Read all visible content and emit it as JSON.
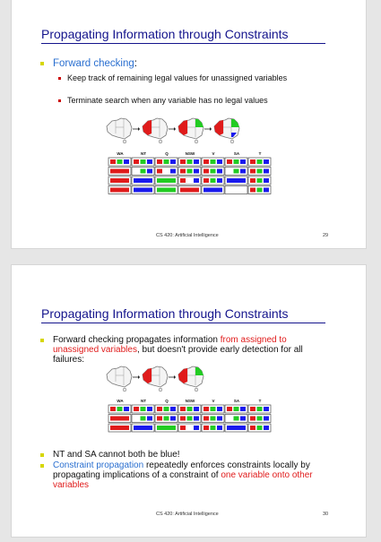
{
  "slides": [
    {
      "title": "Propagating Information through Constraints",
      "bullet1_term": "Forward checking",
      "bullet1_colon": ":",
      "sub_bullets": [
        "Keep track of remaining legal values for unassigned variables",
        "Terminate search when any variable has no legal values"
      ],
      "var_labels": [
        "WA",
        "NT",
        "Q",
        "NSW",
        "V",
        "SA",
        "T"
      ],
      "footer_course": "CS 420: Artificial Intelligence",
      "page_number": "29"
    },
    {
      "title": "Propagating Information through Constraints",
      "bullet_a_1": "Forward checking propagates information ",
      "bullet_a_red": "from assigned to unassigned variables",
      "bullet_a_2": ", but doesn't provide early detection for all failures:",
      "var_labels": [
        "WA",
        "NT",
        "Q",
        "NSW",
        "V",
        "SA",
        "T"
      ],
      "bullet_b": "NT and SA cannot both be blue!",
      "bullet_c_blue": "Constraint propagation",
      "bullet_c_1": " repeatedly enforces constraints locally by propagating implications of a constraint of ",
      "bullet_c_red": "one variable onto other variables",
      "footer_course": "CS 420: Artificial Intelligence",
      "page_number": "30"
    }
  ],
  "colors": {
    "red": "#e01b1b",
    "green": "#22cc22",
    "blue": "#1a1aee",
    "title": "#14148c",
    "accent_blue": "#2a6fd0"
  },
  "grids": [
    {
      "rows": [
        [
          [
            "r",
            "g",
            "b"
          ],
          [
            "r",
            "g",
            "b"
          ],
          [
            "r",
            "g",
            "b"
          ],
          [
            "r",
            "g",
            "b"
          ],
          [
            "r",
            "g",
            "b"
          ],
          [
            "r",
            "g",
            "b"
          ],
          [
            "r",
            "g",
            "b"
          ]
        ],
        [
          [
            "r"
          ],
          [
            "g",
            "b"
          ],
          [
            "r",
            "b"
          ],
          [
            "r",
            "g",
            "b"
          ],
          [
            "r",
            "g",
            "b"
          ],
          [
            "g",
            "b"
          ],
          [
            "r",
            "g",
            "b"
          ]
        ],
        [
          [
            "r"
          ],
          [
            "b"
          ],
          [
            "g"
          ],
          [
            "r",
            "b"
          ],
          [
            "r",
            "g",
            "b"
          ],
          [
            "b"
          ],
          [
            "r",
            "g",
            "b"
          ]
        ],
        [
          [
            "r"
          ],
          [
            "b"
          ],
          [
            "g"
          ],
          [
            "r"
          ],
          [
            "b"
          ],
          [],
          [
            "r",
            "g",
            "b"
          ]
        ]
      ]
    },
    {
      "rows": [
        [
          [
            "r",
            "g",
            "b"
          ],
          [
            "r",
            "g",
            "b"
          ],
          [
            "r",
            "g",
            "b"
          ],
          [
            "r",
            "g",
            "b"
          ],
          [
            "r",
            "g",
            "b"
          ],
          [
            "r",
            "g",
            "b"
          ],
          [
            "r",
            "g",
            "b"
          ]
        ],
        [
          [
            "r"
          ],
          [
            "g",
            "b"
          ],
          [
            "r",
            "g",
            "b"
          ],
          [
            "r",
            "g",
            "b"
          ],
          [
            "r",
            "g",
            "b"
          ],
          [
            "g",
            "b"
          ],
          [
            "r",
            "g",
            "b"
          ]
        ],
        [
          [
            "r"
          ],
          [
            "b"
          ],
          [
            "g"
          ],
          [
            "r",
            "b"
          ],
          [
            "r",
            "g",
            "b"
          ],
          [
            "b"
          ],
          [
            "r",
            "g",
            "b"
          ]
        ]
      ]
    }
  ],
  "map_states": [
    [
      [],
      [
        "r"
      ],
      [
        "r",
        "g"
      ],
      [
        "r",
        "g",
        "b"
      ]
    ],
    [
      [],
      [
        "r"
      ],
      [
        "r",
        "g"
      ]
    ]
  ]
}
